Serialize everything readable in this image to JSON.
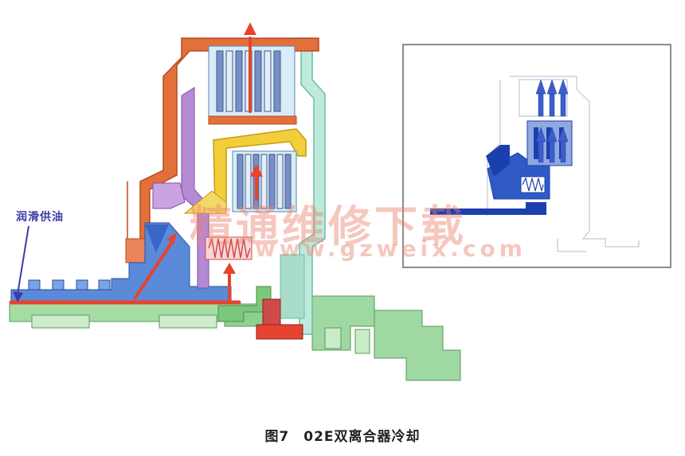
{
  "labels": {
    "lube_supply": "润滑供油"
  },
  "caption": "图7　02E双离合器冷却",
  "watermark": {
    "text_cn": "精通维修下载",
    "url": "www.gzweix.com"
  },
  "colors": {
    "oil_red": "#e8432e",
    "housing_orange": "#e2703a",
    "pressure_blue": "#3a66c6",
    "inner_purple": "#b58ad4",
    "clutch_yellow": "#f2cf3a",
    "mint_shaft": "#bfe9dc",
    "green_casing": "#8fd090",
    "inset_blue": "#1c3fae",
    "inset_border": "#666666"
  },
  "icons": [
    "lube-arrow-icon",
    "cooling-flow-arrow-icon"
  ]
}
